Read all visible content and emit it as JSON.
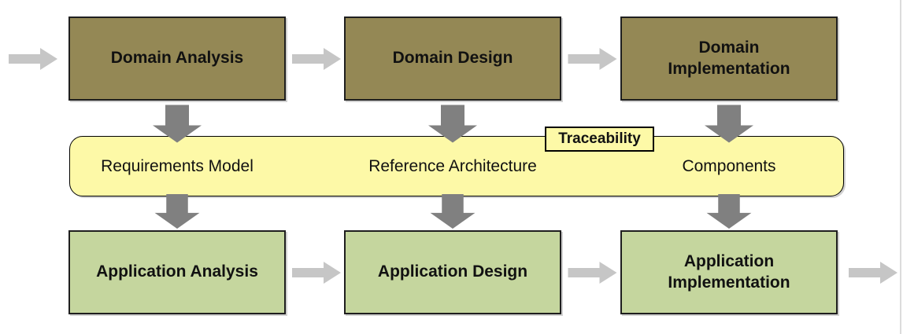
{
  "diagram": {
    "domain_row": [
      {
        "label": "Domain Analysis"
      },
      {
        "label": "Domain Design"
      },
      {
        "label": "Domain\nImplementation"
      }
    ],
    "band": {
      "tag": "Traceability",
      "items": [
        {
          "label": "Requirements Model"
        },
        {
          "label": "Reference Architecture"
        },
        {
          "label": "Components"
        }
      ]
    },
    "application_row": [
      {
        "label": "Application Analysis"
      },
      {
        "label": "Application Design"
      },
      {
        "label": "Application\nImplementation"
      }
    ],
    "colors": {
      "domain-box-fill": "#948855",
      "application-box-fill": "#C5D69E",
      "band-fill": "#FDF9A7",
      "box-border": "#1F1F1F",
      "arrow-light": "#C6C6C6",
      "arrow-dark": "#808080",
      "text": "#111111"
    }
  }
}
